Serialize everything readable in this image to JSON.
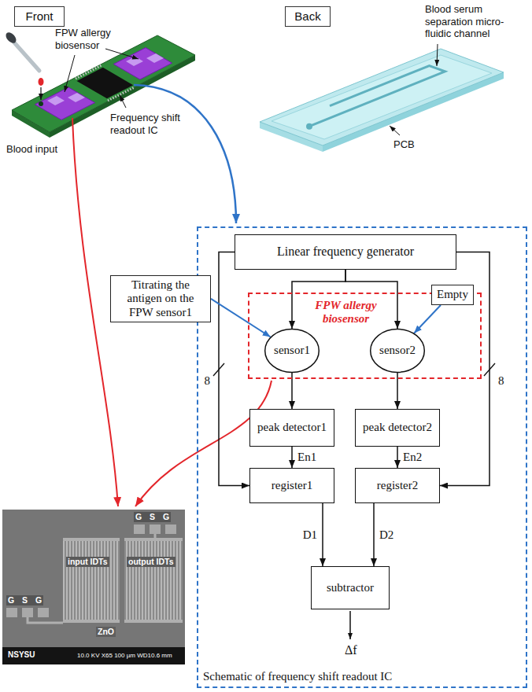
{
  "diagram": {
    "nodes": [
      {
        "text": [
          "Front"
        ]
      },
      {
        "text": [
          "Back"
        ]
      },
      {
        "text": [
          "Schematic of frequency shift readout IC"
        ]
      },
      {
        "text": [
          "Linear frequency generator"
        ],
        "in": 2
      },
      {
        "text": [
          "FPW allergy biosensor"
        ],
        "in": 2
      },
      {
        "text": [
          "sensor1"
        ],
        "in": 4
      },
      {
        "text": [
          "sensor2"
        ],
        "in": 4
      },
      {
        "text": [
          "Titrating the antigen on the FPW sensor1"
        ]
      },
      {
        "text": [
          "Empty"
        ],
        "in": 2
      },
      {
        "text": [
          "peak detector1"
        ],
        "in": 2
      },
      {
        "text": [
          "peak detector2"
        ],
        "in": 2
      },
      {
        "text": [
          "register1"
        ],
        "in": 2
      },
      {
        "text": [
          "register2"
        ],
        "in": 2
      },
      {
        "text": [
          "subtractor"
        ],
        "in": 2
      }
    ],
    "edges": [
      {
        "from": 3,
        "to": 5,
        "arrow": "to"
      },
      {
        "from": 3,
        "to": 6,
        "arrow": "to"
      },
      {
        "from": 3,
        "to": 11,
        "arrow": "to",
        "label": "8"
      },
      {
        "from": 3,
        "to": 12,
        "arrow": "to",
        "label": "8"
      },
      {
        "from": 7,
        "to": 5,
        "arrow": "to"
      },
      {
        "from": 8,
        "to": 6,
        "arrow": "to"
      },
      {
        "from": 5,
        "to": 9,
        "arrow": "to"
      },
      {
        "from": 6,
        "to": 10,
        "arrow": "to"
      },
      {
        "from": 9,
        "to": 11,
        "arrow": "to",
        "label": "En1"
      },
      {
        "from": 10,
        "to": 12,
        "arrow": "to",
        "label": "En2"
      },
      {
        "from": 11,
        "to": 13,
        "arrow": "to",
        "label": "D1"
      },
      {
        "from": 12,
        "to": 13,
        "arrow": "to",
        "label": "D2"
      }
    ],
    "labels": [
      "FPW allergy biosensor",
      "Blood input",
      "Frequency shift readout IC",
      "Blood serum separation micro-fluidic channel",
      "PCB",
      "G S G",
      "G S G",
      "input IDTs",
      "output IDTs",
      "ZnO",
      "NSYSU",
      "10.0 KV X65 100 µm WD10.6 mm",
      "Δf"
    ]
  }
}
